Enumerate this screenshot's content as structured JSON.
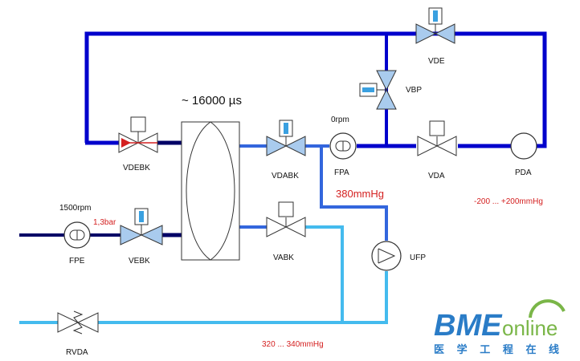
{
  "labels": {
    "time": "~  16000  µs",
    "vde": "VDE",
    "vbp": "VBP",
    "fpa_speed": "0rpm",
    "fpa": "FPA",
    "vda": "VDA",
    "pda": "PDA",
    "vdebk": "VDEBK",
    "vdabk": "VDABK",
    "fpe_speed": "1500rpm",
    "fpe_pressure": "1,3bar",
    "fpe": "FPE",
    "vebk": "VEBK",
    "vabk": "VABK",
    "ufp": "UFP",
    "rvda": "RVDA",
    "pressure_380": "380mmHg",
    "range_pda": "-200 ... +200mmHg",
    "range_rvda": "320 ... 340mmHg"
  },
  "logo": {
    "bme": "BME",
    "online": "online",
    "cn": "医 学 工 程 在 线"
  },
  "colors": {
    "line_dark_blue": "#0000cc",
    "line_navy": "#000066",
    "line_mid_blue": "#3366dd",
    "line_light_blue": "#44bbee",
    "valve_fill": "#a9cbee",
    "actuator_fill": "#3aa0e0",
    "text_red": "#d42020",
    "logo_blue": "#2a7cc7",
    "logo_green": "#7ab648"
  },
  "icons": {
    "valve": "valve-icon",
    "pump": "pump-icon",
    "dialyzer": "dialyzer-icon",
    "arrow": "flow-arrow-icon"
  }
}
